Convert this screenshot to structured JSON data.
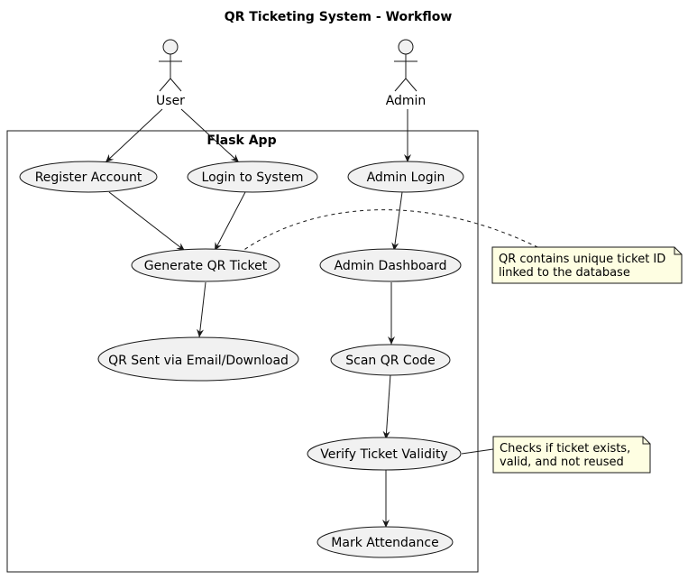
{
  "title": "QR Ticketing System - Workflow",
  "actors": {
    "user": "User",
    "admin": "Admin"
  },
  "boundary": {
    "label": "Flask App"
  },
  "usecases": {
    "register": "Register Account",
    "login": "Login to System",
    "generate": "Generate QR Ticket",
    "sent": "QR Sent via Email/Download",
    "admin_login": "Admin Login",
    "dashboard": "Admin Dashboard",
    "scan": "Scan QR Code",
    "verify": "Verify Ticket Validity",
    "attendance": "Mark Attendance"
  },
  "notes": {
    "qr_note": [
      "QR contains unique ticket ID",
      "linked to the database"
    ],
    "verify_note": [
      "Checks if ticket exists,",
      "valid, and not reused"
    ]
  },
  "colors": {
    "usecase_fill": "#f1f1f1",
    "note_fill": "#fefee2",
    "line": "#181818"
  }
}
